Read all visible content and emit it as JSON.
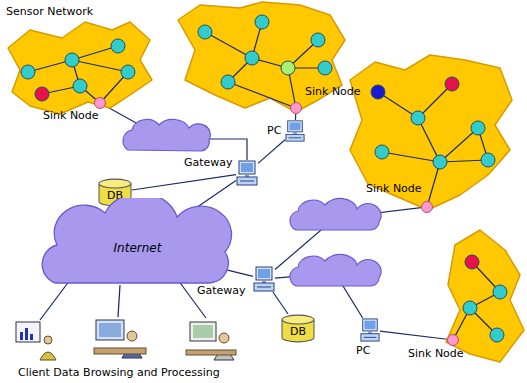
{
  "diagram": {
    "nodes": [
      {
        "text": [
          "Sink Node"
        ]
      },
      {
        "text": [
          "Sink Node"
        ]
      },
      {
        "text": [
          "PC"
        ]
      },
      {
        "text": [
          "Gateway"
        ]
      },
      {
        "text": [
          "DB"
        ]
      },
      {
        "text": [
          "Internet"
        ]
      },
      {
        "text": [
          "Sink Node"
        ]
      },
      {
        "text": [
          "Gateway"
        ]
      },
      {
        "text": [
          "DB"
        ]
      },
      {
        "text": [
          "PC"
        ]
      },
      {
        "text": [
          "Sink Node"
        ]
      }
    ],
    "edges": [
      {
        "from": 0,
        "to": 3,
        "arrow": "none"
      },
      {
        "from": 1,
        "to": 2,
        "arrow": "none"
      },
      {
        "from": 2,
        "to": 3,
        "arrow": "none"
      },
      {
        "from": 4,
        "to": 3,
        "arrow": "none"
      },
      {
        "from": 3,
        "to": 5,
        "arrow": "none"
      },
      {
        "from": 5,
        "to": 7,
        "arrow": "none"
      },
      {
        "from": 6,
        "to": 7,
        "arrow": "none"
      },
      {
        "from": 7,
        "to": 9,
        "arrow": "none"
      },
      {
        "from": 9,
        "to": 10,
        "arrow": "none"
      },
      {
        "from": 7,
        "to": 8,
        "arrow": "none"
      }
    ],
    "labels": [
      "Sensor Network",
      "Client Data Browsing and Processing"
    ]
  }
}
